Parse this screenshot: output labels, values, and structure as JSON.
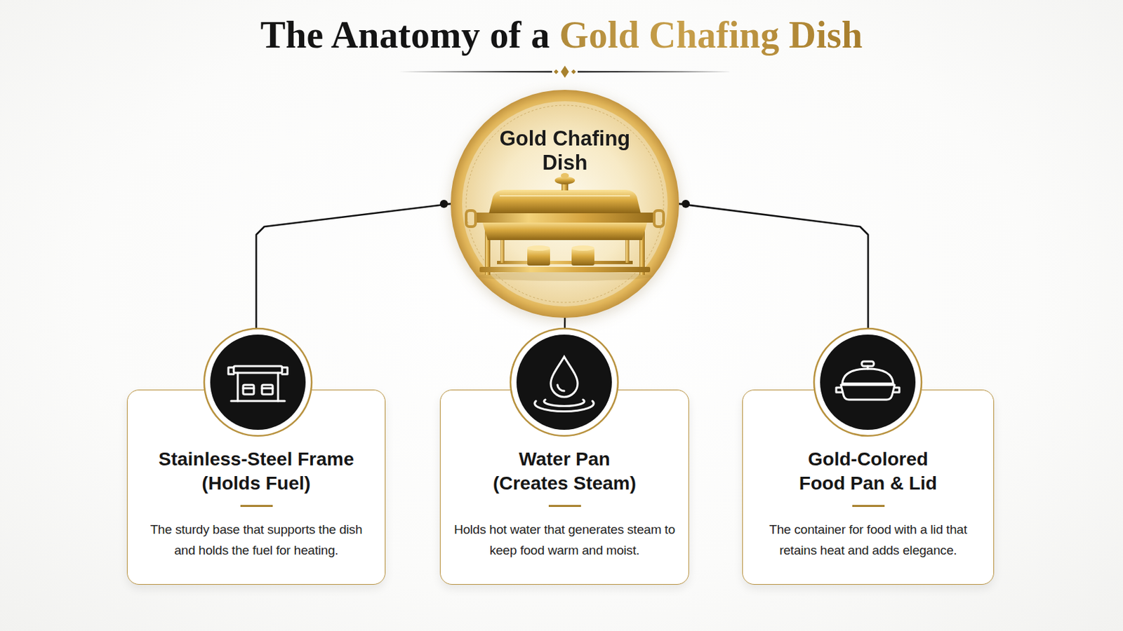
{
  "diagram": {
    "title": "The Anatomy of a Gold Chafing Dish",
    "nodes": [
      {
        "text": [
          "Gold Chafing Dish"
        ]
      },
      {
        "text": [
          "Stainless-Steel Frame (Holds Fuel)",
          "The sturdy base that supports the dish and holds the fuel for heating."
        ]
      },
      {
        "text": [
          "Water Pan (Creates Steam)",
          "Holds hot water that generates steam to keep food warm and moist."
        ]
      },
      {
        "text": [
          "Gold-Colored Food Pan & Lid",
          "The container for food with a lid that retains heat and adds elegance."
        ]
      }
    ],
    "edges": [
      {
        "from": 0,
        "to": 1,
        "arrow": "none"
      },
      {
        "from": 0,
        "to": 2,
        "arrow": "none"
      },
      {
        "from": 0,
        "to": 3,
        "arrow": "none"
      }
    ]
  }
}
